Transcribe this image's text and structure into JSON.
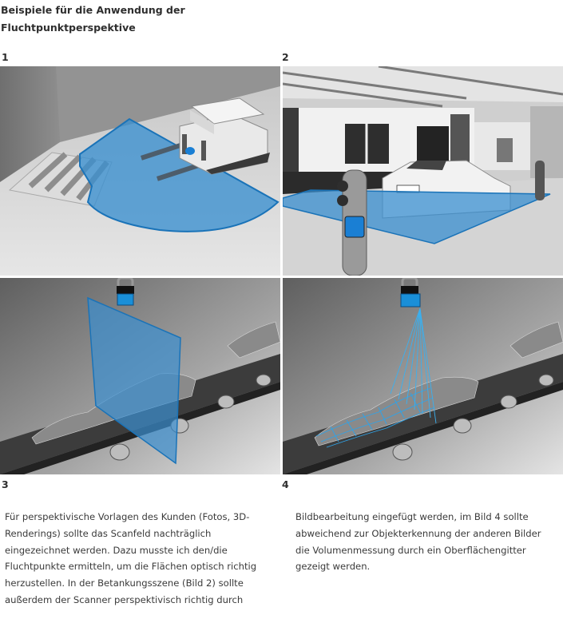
{
  "heading": {
    "line1": "Beispiele für die Anwendung der",
    "line2": "Fluchtpunktperspektive"
  },
  "figures": [
    {
      "number": "1",
      "description": "3D rendering: white automated guided vehicle with blue safety scanner and blue semicircular scan field in front of a pallet"
    },
    {
      "number": "2",
      "description": "Photo: car at a fueling station with a blue rectangular scan field projected from a scanner mounted on a bollard"
    },
    {
      "number": "3",
      "description": "3D rendering: conveyor belt with bulk material, blue scanner above projecting a vertical blue scan plane"
    },
    {
      "number": "4",
      "description": "3D rendering: conveyor belt with bulk material, blue scanner projecting a fan of laser lines and a surface mesh for volume measurement"
    }
  ],
  "colors": {
    "scan_blue": "#3a8fd0",
    "scan_blue_edge": "#1a73b8",
    "text": "#3a3a3a"
  },
  "body": {
    "left_column": [
      "Für perspektivische Vorlagen des Kunden (Fotos, 3D-",
      "Renderings) sollte das Scanfeld nachträglich",
      "eingezeichnet werden. Dazu musste ich den/die",
      "Fluchtpunkte ermitteln, um die Flächen optisch richtig",
      "herzustellen. In der Betankungsszene (Bild 2) sollte",
      "außerdem der Scanner perspektivisch richtig durch"
    ],
    "right_column": [
      "Bildbearbeitung eingefügt werden, im Bild 4 sollte",
      "abweichend zur Objekterkennung der anderen Bilder",
      "die Volumenmessung durch ein Oberflächengitter",
      "gezeigt werden."
    ]
  }
}
